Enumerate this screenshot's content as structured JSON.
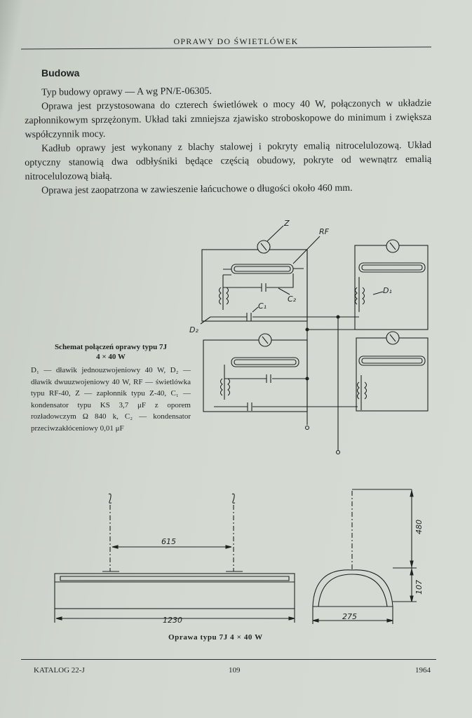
{
  "header": {
    "title": "OPRAWY DO ŚWIETLÓWEK"
  },
  "section": {
    "heading": "Budowa"
  },
  "paragraphs": [
    "Typ budowy oprawy — A wg PN/E-06305.",
    "Oprawa jest przystosowana do czterech świetlówek o mocy 40 W, połączonych w układzie zapłonnikowym sprzężonym. Układ taki zmniejsza zjawisko stroboskopowe do minimum i zwiększa współczynnik mocy.",
    "Kadłub oprawy jest wykonany z blachy stalowej i pokryty emalią nitrocelulozową. Układ optyczny stanowią dwa odbłyśniki będące częścią obudowy, pokryte od wewnątrz emalią nitrocelulozową białą.",
    "Oprawa jest zaopatrzona w zawieszenie łańcuchowe o długości około 460 mm."
  ],
  "schematic": {
    "caption_title": "Schemat połączeń oprawy typu 7J",
    "caption_subtitle": "4 × 40 W",
    "caption_body": "D₁ — dławik jednouzwojeniowy 40 W, D₂ — dławik dwuuzwojeniowy 40 W, RF — świetlówka typu RF-40, Z — zapłonnik typu Z-40, C₁ — kondensator typu KS 3,7 μF z oporem rozładowczym Ω 840 k, C₂ — kondensator przeciwzakłóceniowy 0,01 μF",
    "labels": {
      "z": "Z",
      "rf": "RF",
      "c2": "C₂",
      "c1": "C₁",
      "d1": "D₁",
      "d2": "D₂"
    }
  },
  "drawing": {
    "caption": "Oprawa typu 7J 4 × 40 W",
    "dims": {
      "spacing": "615",
      "length": "1230",
      "height": "480",
      "depth": "107",
      "width": "275"
    }
  },
  "footer": {
    "left": "KATALOG 22-J",
    "center": "109",
    "right": "1964"
  }
}
